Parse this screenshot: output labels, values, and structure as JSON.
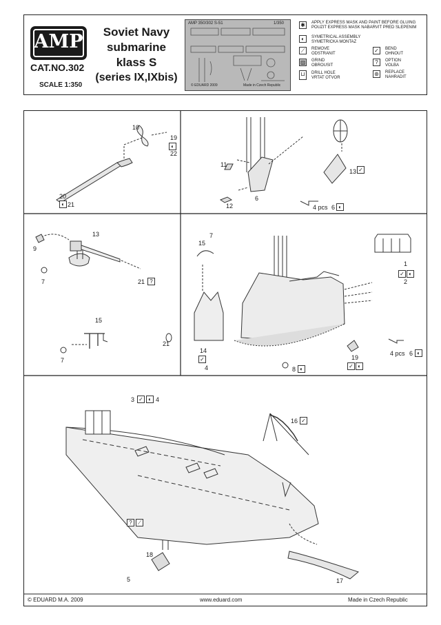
{
  "header": {
    "logo": "AMP",
    "catno": "CAT.NO.302",
    "scale": "SCALE 1:350",
    "title_lines": [
      "Soviet Navy",
      "submarine",
      "klass S",
      "(series IX,IXbis)"
    ],
    "fret_label_left": "AMP 350/302 S-51",
    "fret_label_right": "1/350",
    "fret_copyright": "© EDUARD 2009",
    "fret_made": "Made in Czech Republic"
  },
  "legend": {
    "items": [
      {
        "icon": "star-icon",
        "text": "APPLY EXPRESS MASK AND PAINT BEFORE GLUING\nPOUZIT EXPRESS MASK NABARVIT PRED SLEPENIM"
      },
      {
        "icon": "symmetrical-icon",
        "text": "SYMETRICAL ASSEMBLY\nSYMETRICKA MONTAZ"
      },
      {
        "icon": "remove-icon",
        "text": "REMOVE\nODSTRANIT"
      },
      {
        "icon": "bend-icon",
        "text": "BEND\nOHNOUT"
      },
      {
        "icon": "grind-icon",
        "text": "GRIND\nOBROUSIT"
      },
      {
        "icon": "option-icon",
        "text": "OPTION\nVOLBA"
      },
      {
        "icon": "drill-icon",
        "text": "DRILL HOLE\nVRTAT OTVOR"
      },
      {
        "icon": "replace-icon",
        "text": "REPLACE\nNAHRADIT"
      }
    ]
  },
  "panels": {
    "propeller": {
      "labels": [
        "10",
        "19",
        "22",
        "20",
        "21"
      ]
    },
    "tower_top": {
      "labels": [
        "11",
        "6",
        "12",
        "13",
        "4 pcs",
        "6"
      ]
    },
    "gun": {
      "labels": [
        "13",
        "9",
        "7",
        "21"
      ]
    },
    "tower": {
      "labels": [
        "15",
        "7",
        "14",
        "4",
        "21",
        "1",
        "2",
        "4 pcs",
        "6",
        "8",
        "19"
      ]
    },
    "stand": {
      "labels": [
        "15",
        "7"
      ]
    },
    "bow": {
      "labels": [
        "3",
        "4",
        "16",
        "18",
        "5",
        "17"
      ]
    }
  },
  "footer": {
    "left": "© EDUARD  M.A. 2009",
    "center": "www.eduard.com",
    "right": "Made in Czech Republic"
  }
}
